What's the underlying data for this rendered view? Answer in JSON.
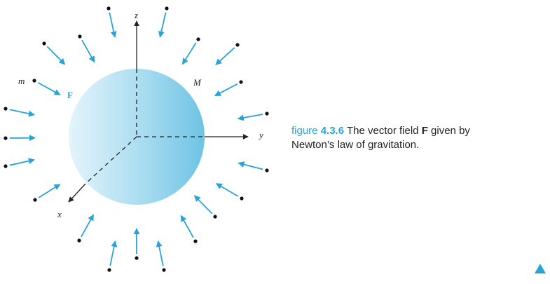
{
  "figure": {
    "labels": {
      "z": "z",
      "y": "y",
      "x": "x",
      "small_mass": "m",
      "large_mass": "M",
      "field": "F"
    }
  },
  "caption": {
    "prefix": "figure",
    "number": "4.3.6",
    "text_1": " The vector field ",
    "bold_symbol": "F",
    "text_2": " given by",
    "line_2": "Newton’s law of gravitation."
  },
  "colors": {
    "arrow": "#29a3d6",
    "sphere_light": "#e2f3fa",
    "sphere_dark": "#6ec3e4",
    "axis": "#222222",
    "marker": "#29a3d6"
  },
  "icons": {
    "corner_marker": "triangle-up-icon"
  }
}
